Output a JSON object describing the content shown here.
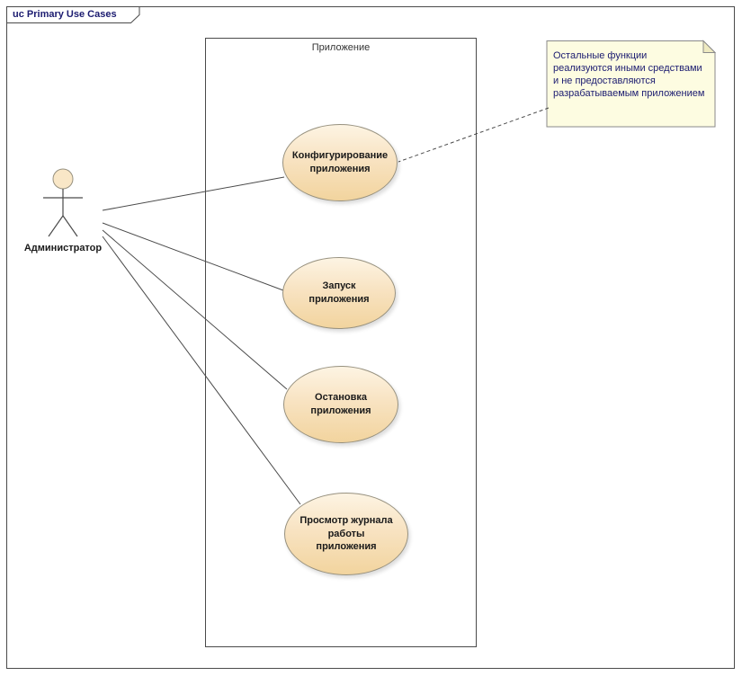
{
  "frame": {
    "title": "uc Primary Use Cases"
  },
  "boundary": {
    "label": "Приложение"
  },
  "actor": {
    "label": "Администратор"
  },
  "usecases": [
    {
      "label": "Конфигурирование приложения"
    },
    {
      "label": "Запуск приложения"
    },
    {
      "label": "Остановка приложения"
    },
    {
      "label": "Просмотр журнала работы приложения"
    }
  ],
  "note": {
    "text": "Остальные функции реализуются иными средствами и не предоставляются разрабатываемым приложением"
  },
  "colors": {
    "ellipse_fill_top": "#fdf4e3",
    "ellipse_fill_bottom": "#f2d49e",
    "ellipse_border": "#97917f",
    "note_fill": "#fdfce1",
    "line_color": "#4a4a4a",
    "title_text": "#1b1b70"
  }
}
